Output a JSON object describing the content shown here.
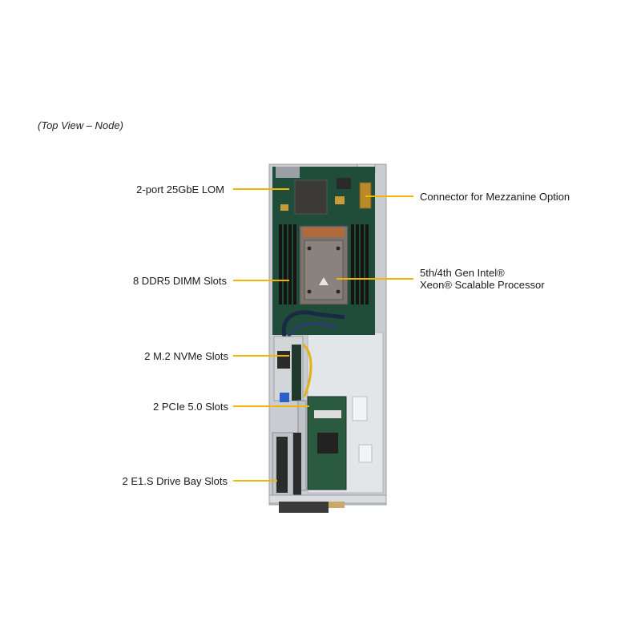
{
  "caption": "(Top View – Node)",
  "labels": {
    "lom": "2-port 25GbE LOM",
    "dimm": "8 DDR5 DIMM Slots",
    "nvme": "2 M.2 NVMe Slots",
    "pcie": "2 PCIe 5.0 Slots",
    "e1s": "2 E1.S Drive Bay Slots",
    "mezz": "Connector for Mezzanine Option",
    "cpu_line1": "5th/4th Gen Intel®",
    "cpu_line2": "Xeon® Scalable Processor"
  },
  "colors": {
    "leader": "#f5b400",
    "pcb": "#1f4d3a",
    "chassis": "#c9cdd1",
    "tray": "#e3e6e8",
    "heatsink": "#7b746e"
  }
}
